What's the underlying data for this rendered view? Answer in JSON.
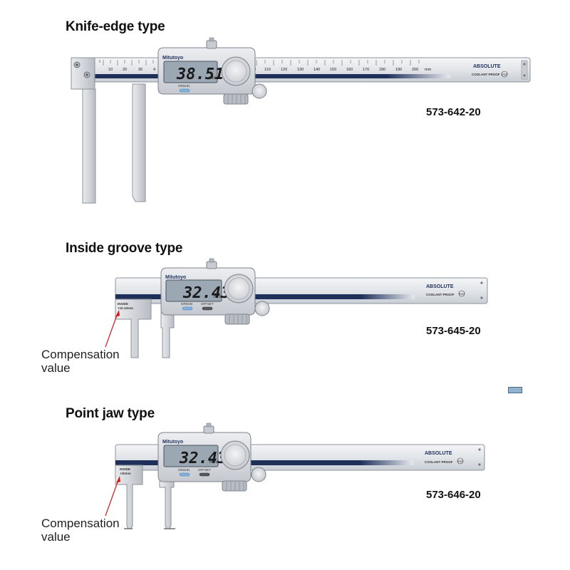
{
  "sections": [
    {
      "title": "Knife-edge type",
      "model": "573-642-20",
      "reading": "38.51",
      "unit": "mm",
      "brand": "Mitutoyo",
      "buttons": [
        "ORIGIN"
      ],
      "scale_ticks": [
        "10",
        "20",
        "30",
        "4",
        "0",
        "110",
        "120",
        "130",
        "140",
        "150",
        "160",
        "170",
        "180",
        "190",
        "200",
        "mm"
      ],
      "beam_labels": {
        "absolute": "ABSOLUTE",
        "coolant": "COOLANT PROOF",
        "ip": "IP67"
      }
    },
    {
      "title": "Inside groove type",
      "model": "573-645-20",
      "reading": "32.43",
      "unit": "mm",
      "brand": "Mitutoyo",
      "buttons": [
        "ORIGIN",
        "OFFSET"
      ],
      "compensation_tag": [
        "INSIDE",
        "+10.10mm"
      ],
      "compensation_label": [
        "Compensation",
        "value"
      ],
      "beam_labels": {
        "absolute": "ABSOLUTE",
        "coolant": "COOLANT PROOF",
        "ip": "IP67"
      }
    },
    {
      "title": "Point jaw type",
      "model": "573-646-20",
      "reading": "32.43",
      "unit": "mm",
      "brand": "Mitutoyo",
      "buttons": [
        "ORIGIN",
        "OFFSET"
      ],
      "compensation_tag": [
        "INSIDE",
        "+20mm"
      ],
      "compensation_label": [
        "Compensation",
        "value"
      ],
      "beam_labels": {
        "absolute": "ABSOLUTE",
        "coolant": "COOLANT PROOF",
        "ip": "IP67"
      }
    }
  ],
  "colors": {
    "beam_stripe": "#1e2f5a",
    "lcd": "#9ca7b4",
    "arrow": "#d11b1b",
    "metal": "#d4d7dc"
  }
}
